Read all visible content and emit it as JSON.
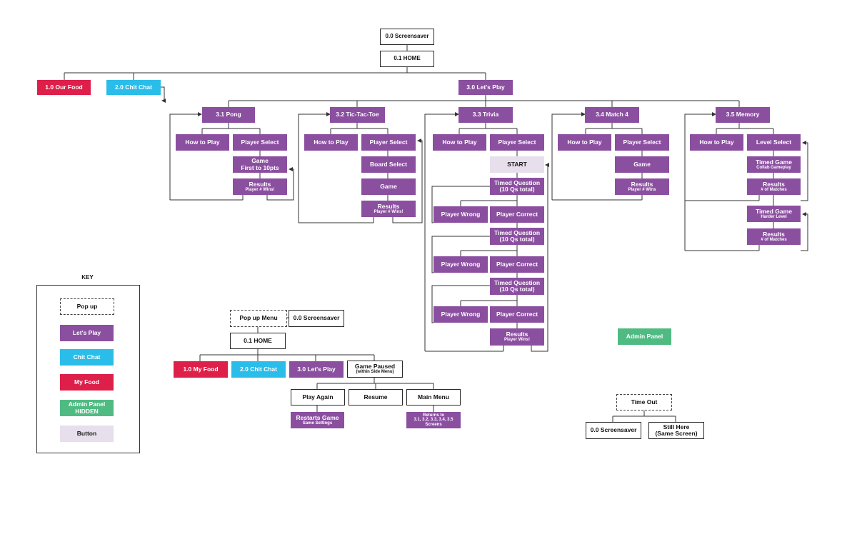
{
  "nodes": {
    "screensaver": "0.0 Screensaver",
    "home": "0.1 HOME",
    "our_food": "1.0 Our Food",
    "chit_chat": "2.0 Chit Chat",
    "lets_play": "3.0 Let's Play",
    "pong": {
      "title": "3.1 Pong",
      "how_to_play": "How to Play",
      "player_select": "Player Select",
      "game": "Game",
      "game_sub": "First to 10pts",
      "results": "Results",
      "results_sub": "Player # Wins!"
    },
    "tictactoe": {
      "title": "3.2 Tic-Tac-Toe",
      "how_to_play": "How to Play",
      "player_select": "Player Select",
      "board_select": "Board Select",
      "game": "Game",
      "results": "Results",
      "results_sub": "Player # Wins!"
    },
    "trivia": {
      "title": "3.3 Trivia",
      "how_to_play": "How to Play",
      "player_select": "Player Select",
      "start": "START",
      "timed_question": "Timed Question",
      "timed_question_sub": "(10 Qs total)",
      "player_wrong": "Player Wrong",
      "player_correct": "Player Correct",
      "results": "Results",
      "results_sub": "Player Wins!"
    },
    "match4": {
      "title": "3.4 Match 4",
      "how_to_play": "How to Play",
      "player_select": "Player Select",
      "game": "Game",
      "results": "Results",
      "results_sub": "Player # Wins"
    },
    "memory": {
      "title": "3.5 Memory",
      "how_to_play": "How to Play",
      "level_select": "Level Select",
      "timed_game": "Timed Game",
      "timed_game_sub1": "Collab Gameplay",
      "timed_game_sub2": "Harder Level",
      "results": "Results",
      "results_sub": "# of Matches"
    },
    "admin_panel": "Admin Panel"
  },
  "popup_menu": {
    "title": "Pop up Menu",
    "screensaver": "0.0 Screensaver",
    "home": "0.1 HOME",
    "my_food": "1.0 My Food",
    "chit_chat": "2.0 Chit Chat",
    "lets_play": "3.0 Let's Play",
    "game_paused": "Game Paused",
    "game_paused_sub": "(within Side Menu)",
    "play_again": "Play Again",
    "resume": "Resume",
    "main_menu": "Main Menu",
    "restarts_game": "Restarts Game",
    "restarts_game_sub": "Same Settings",
    "returns_to": "Returns to",
    "returns_to_sub1": "3.1, 3.2, 3.3, 3.4, 3.5",
    "returns_to_sub2": "Screens"
  },
  "timeout": {
    "title": "Time Out",
    "screensaver": "0.0 Screensaver",
    "still_here": "Still Here",
    "still_here_sub": "(Same Screen)"
  },
  "key": {
    "title": "KEY",
    "popup": "Pop up",
    "lets_play": "Let's Play",
    "chit_chat": "Chit Chat",
    "my_food": "My Food",
    "admin_panel": "Admin Panel",
    "admin_hidden": "HIDDEN",
    "button": "Button"
  },
  "colors": {
    "lets_play": "#8b4fa0",
    "chit_chat": "#2bbde9",
    "my_food": "#dd1f4a",
    "admin_panel": "#4fbb82",
    "button": "#e7dfeb",
    "line": "#333333"
  }
}
